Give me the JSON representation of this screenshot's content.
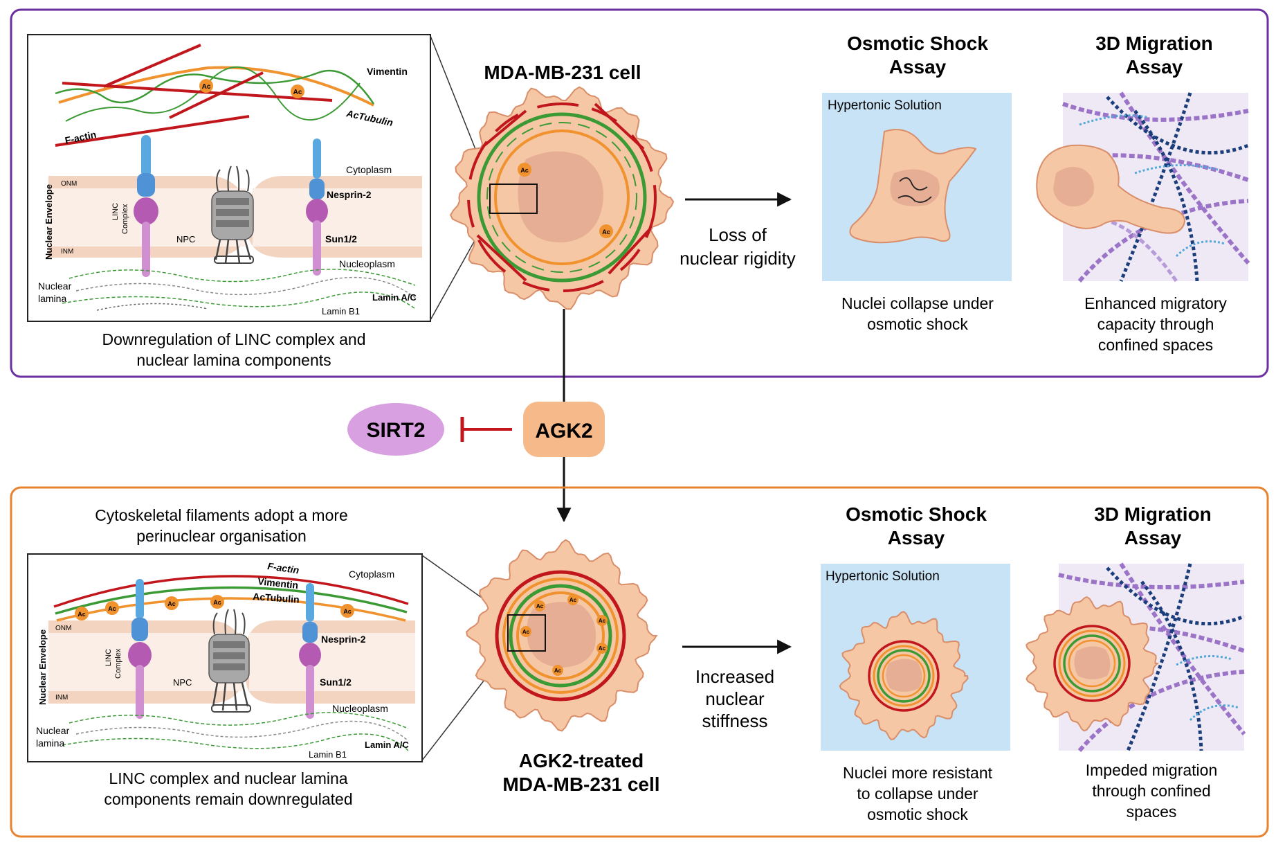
{
  "top_panel": {
    "inset": {
      "labels": {
        "vimentin": "Vimentin",
        "actubulin": "AcTubulin",
        "factin": "F-actin",
        "cytoplasm": "Cytoplasm",
        "onm": "ONM",
        "inm": "INM",
        "nuclear_envelope": "Nuclear Envelope",
        "linc_line1": "LINC",
        "linc_line2": "Complex",
        "npc": "NPC",
        "nesprin": "Nesprin-2",
        "sun": "Sun1/2",
        "nucleoplasm": "Nucleoplasm",
        "nuclear_lamina_1": "Nuclear",
        "nuclear_lamina_2": "lamina",
        "lamin_ac": "Lamin A/C",
        "lamin_b1": "Lamin B1",
        "ac": "Ac"
      }
    },
    "caption_line1": "Downregulation of LINC complex and",
    "caption_line2": "nuclear lamina components",
    "cell_title": "MDA-MB-231 cell",
    "arrow_label_1": "Loss of",
    "arrow_label_2": "nuclear rigidity",
    "osmotic_title_1": "Osmotic Shock",
    "osmotic_title_2": "Assay",
    "hypertonic": "Hypertonic Solution",
    "osmotic_caption_1": "Nuclei collapse under",
    "osmotic_caption_2": "osmotic shock",
    "migration_title_1": "3D Migration",
    "migration_title_2": "Assay",
    "migration_caption_1": "Enhanced migratory",
    "migration_caption_2": "capacity through",
    "migration_caption_3": "confined spaces"
  },
  "middle": {
    "sirt2": "SIRT2",
    "agk2": "AGK2"
  },
  "bottom_panel": {
    "header_line1": "Cytoskeletal filaments adopt a more",
    "header_line2": "perinuclear organisation",
    "inset": {
      "labels": {
        "factin": "F-actin",
        "vimentin": "Vimentin",
        "actubulin": "AcTubulin",
        "cytoplasm": "Cytoplasm",
        "onm": "ONM",
        "inm": "INM",
        "nuclear_envelope": "Nuclear Envelope",
        "linc_line1": "LINC",
        "linc_line2": "Complex",
        "npc": "NPC",
        "nesprin": "Nesprin-2",
        "sun": "Sun1/2",
        "nucleoplasm": "Nucleoplasm",
        "nuclear_lamina_1": "Nuclear",
        "nuclear_lamina_2": "lamina",
        "lamin_ac": "Lamin A/C",
        "lamin_b1": "Lamin B1",
        "ac": "Ac"
      }
    },
    "caption_line1": "LINC complex and nuclear lamina",
    "caption_line2": "components remain downregulated",
    "cell_title_1": "AGK2-treated",
    "cell_title_2": "MDA-MB-231 cell",
    "arrow_label_1": "Increased",
    "arrow_label_2": "nuclear",
    "arrow_label_3": "stiffness",
    "osmotic_title_1": "Osmotic Shock",
    "osmotic_title_2": "Assay",
    "hypertonic": "Hypertonic Solution",
    "osmotic_caption_1": "Nuclei more resistant",
    "osmotic_caption_2": "to collapse under",
    "osmotic_caption_3": "osmotic shock",
    "migration_title_1": "3D Migration",
    "migration_title_2": "Assay",
    "migration_caption_1": "Impeded migration",
    "migration_caption_2": "through confined",
    "migration_caption_3": "spaces"
  },
  "colors": {
    "top_border": "#6b2fa0",
    "bottom_border": "#e8822e",
    "actin": "#c0161c",
    "vimentin": "#3c9a35",
    "tubulin": "#f0922e",
    "membrane": "#f3d4c0",
    "cell": "#f6c7a5",
    "nucleus": "#e6ae94",
    "nesprin": "#5aa8e0",
    "sun": "#c470c0",
    "sirt2": "#d8a0e0",
    "agk2": "#f6b98a",
    "hypertonic": "#c8e2f6"
  }
}
